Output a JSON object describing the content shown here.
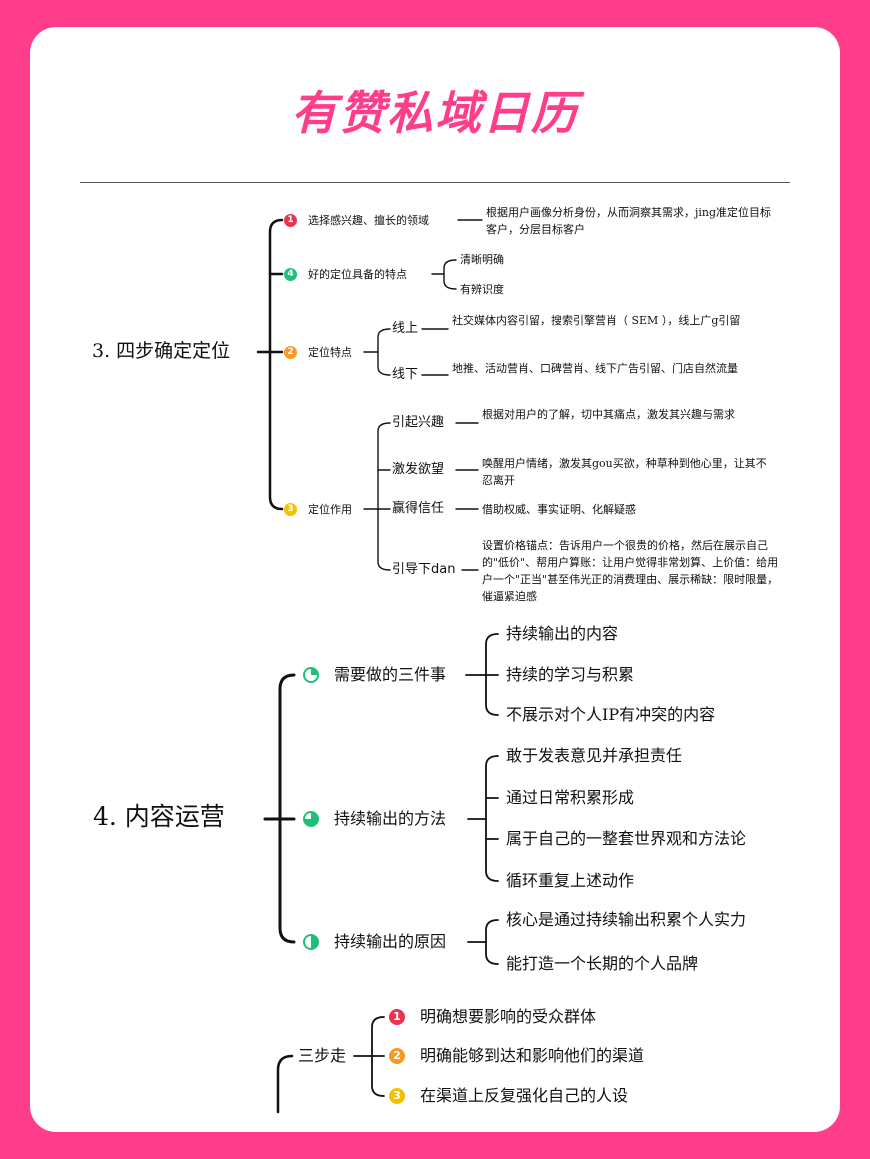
{
  "title": "有赞私域日历",
  "colors": {
    "accent": "#ff3d8b",
    "red": "#e8344e",
    "green": "#1fbf7a",
    "orange": "#f59a23",
    "yellow": "#f2c200"
  },
  "section3": {
    "root": "3. 四步确定定位",
    "b1": {
      "num": "1",
      "label": "选择感兴趣、擅长的领域",
      "desc": "根据用户画像分析身份，从而洞察其需求，jing准定位目标客户，分层目标客户"
    },
    "b2": {
      "num": "4",
      "label": "好的定位具备的特点",
      "children": [
        "清晰明确",
        "有辨识度"
      ]
    },
    "b3": {
      "num": "2",
      "label": "定位特点",
      "children": [
        {
          "label": "线上",
          "desc": "社交媒体内容引留，搜索引擎营肖（ SEM ），线上广g引留"
        },
        {
          "label": "线下",
          "desc": "地推、活动营肖、口碑营肖、线下广告引留、门店自然流量"
        }
      ]
    },
    "b4": {
      "num": "3",
      "label": "定位作用",
      "children": [
        {
          "label": "引起兴趣",
          "desc": "根据对用户的了解，切中其痛点，激发其兴趣与需求"
        },
        {
          "label": "激发欲望",
          "desc": "唤醒用户情绪，激发其gou买欲，种草种到他心里，让其不忍离开"
        },
        {
          "label": "赢得信任",
          "desc": "借助权威、事实证明、化解疑惑"
        },
        {
          "label": "引导下dan",
          "desc": "设置价格锚点：告诉用户一个很贵的价格，然后在展示自己的\"低价\"、帮用户算账：让用户觉得非常划算、上价值：给用户一个\"正当\"甚至伟光正的消费理由、展示稀缺：限时限量，催逼紧迫感"
        }
      ]
    }
  },
  "section4": {
    "root": "4. 内容运营",
    "b1": {
      "label": "需要做的三件事",
      "children": [
        "持续输出的内容",
        "持续的学习与积累",
        "不展示对个人IP有冲突的内容"
      ]
    },
    "b2": {
      "label": "持续输出的方法",
      "children": [
        "敢于发表意见并承担责任",
        "通过日常积累形成",
        "属于自己的一整套世界观和方法论",
        "循环重复上述动作"
      ]
    },
    "b3": {
      "label": "持续输出的原因",
      "children": [
        "核心是通过持续输出积累个人实力",
        "能打造一个长期的个人品牌"
      ]
    }
  },
  "section5": {
    "label": "三步走",
    "children": [
      {
        "num": "1",
        "label": "明确想要影响的受众群体"
      },
      {
        "num": "2",
        "label": "明确能够到达和影响他们的渠道"
      },
      {
        "num": "3",
        "label": "在渠道上反复强化自己的人设"
      }
    ]
  }
}
